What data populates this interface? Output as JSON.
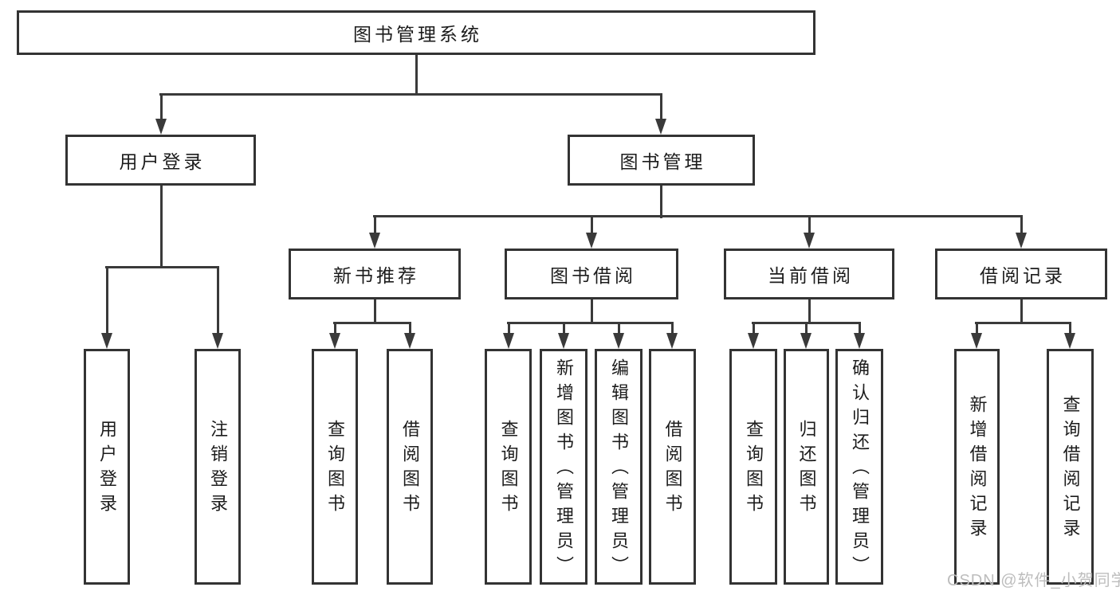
{
  "diagram": {
    "root": {
      "label": "图书管理系统"
    },
    "level2": [
      {
        "id": "user-login",
        "label": "用户登录"
      },
      {
        "id": "book-management",
        "label": "图书管理"
      }
    ],
    "level3": [
      {
        "id": "new-book-recommendation",
        "label": "新书推荐"
      },
      {
        "id": "book-borrowing",
        "label": "图书借阅"
      },
      {
        "id": "current-borrowing",
        "label": "当前借阅"
      },
      {
        "id": "borrowing-records",
        "label": "借阅记录"
      }
    ],
    "leaves": [
      {
        "id": "leaf-user-login",
        "label": "用户登录"
      },
      {
        "id": "leaf-logout",
        "label": "注销登录"
      },
      {
        "id": "leaf-nb-query-books",
        "label": "查询图书"
      },
      {
        "id": "leaf-nb-borrow-books",
        "label": "借阅图书"
      },
      {
        "id": "leaf-bb-query-books",
        "label": "查询图书"
      },
      {
        "id": "leaf-bb-add-books-admin",
        "label": "新增图书（管理员）"
      },
      {
        "id": "leaf-bb-edit-books-admin",
        "label": "编辑图书（管理员）"
      },
      {
        "id": "leaf-bb-borrow-books",
        "label": "借阅图书"
      },
      {
        "id": "leaf-cb-query-books",
        "label": "查询图书"
      },
      {
        "id": "leaf-cb-return-books",
        "label": "归还图书"
      },
      {
        "id": "leaf-cb-confirm-return-admin",
        "label": "确认归还（管理员）"
      },
      {
        "id": "leaf-br-add-record",
        "label": "新增借阅记录"
      },
      {
        "id": "leaf-br-query-record",
        "label": "查询借阅记录"
      }
    ]
  },
  "watermark": {
    "text": "CSDN @软件_小贺同学",
    "color": "#bdbdbd"
  },
  "colors": {
    "line": "#3a3a3a",
    "border": "#333333",
    "text": "#1c1c1c",
    "background": "#ffffff"
  }
}
